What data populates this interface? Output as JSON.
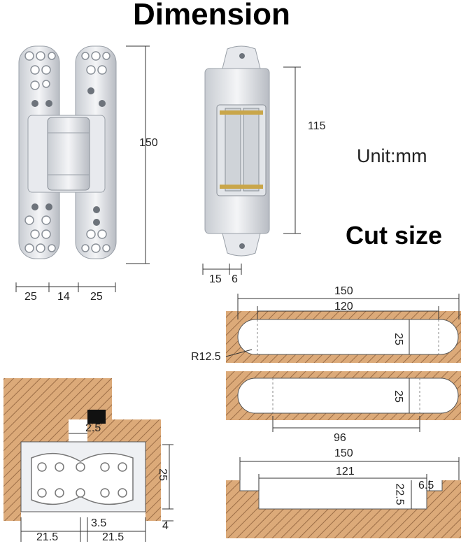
{
  "title": "Dimension",
  "unit_label": "Unit:mm",
  "cut_size_label": "Cut size",
  "hinge_front": {
    "height": "150",
    "width_left": "25",
    "width_mid": "14",
    "width_right": "25"
  },
  "hinge_side": {
    "height": "115",
    "depth_a": "15",
    "depth_b": "6"
  },
  "cut_top": {
    "outer": "150",
    "inner": "120",
    "width": "25",
    "radius": "R12.5"
  },
  "cut_mid": {
    "width": "25",
    "spacing": "96"
  },
  "cut_bottom": {
    "outer": "150",
    "inner": "121",
    "depth": "22.5",
    "step": "6.5"
  },
  "section": {
    "gap": "2.5",
    "height": "25",
    "offset": "4",
    "left": "21.5",
    "center": "3.5",
    "right": "21.5"
  },
  "colors": {
    "wood": "#dcaa79",
    "hatch": "#a0724a",
    "metal": "#d9dde2",
    "line": "#333333"
  }
}
